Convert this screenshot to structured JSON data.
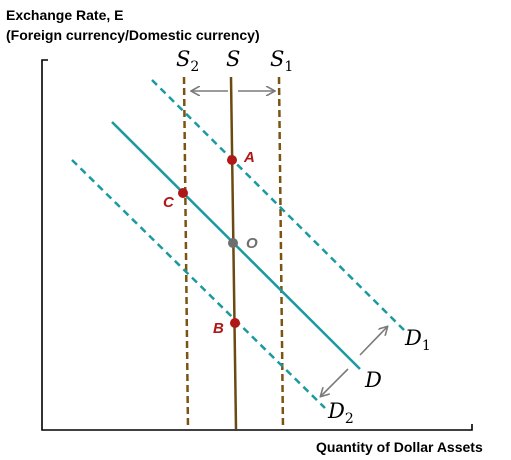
{
  "y_axis_label_line1": "Exchange Rate, E",
  "y_axis_label_line2": "(Foreign currency/Domestic currency)",
  "x_axis_label": "Quantity of Dollar Assets",
  "curves": {
    "S": "S",
    "S1_main": "S",
    "S1_sub": "1",
    "S2_main": "S",
    "S2_sub": "2",
    "D": "D",
    "D1_main": "D",
    "D1_sub": "1",
    "D2_main": "D",
    "D2_sub": "2"
  },
  "points": {
    "A": "A",
    "B": "B",
    "C": "C",
    "O": "O"
  },
  "colors": {
    "supply": "#6b4a12",
    "supply_shift": "#7a5410",
    "demand": "#1a9aa0",
    "point_red": "#b01818",
    "point_gray": "#6e6e6e",
    "label_red": "#b01818",
    "arrow": "#7a7a7a"
  }
}
